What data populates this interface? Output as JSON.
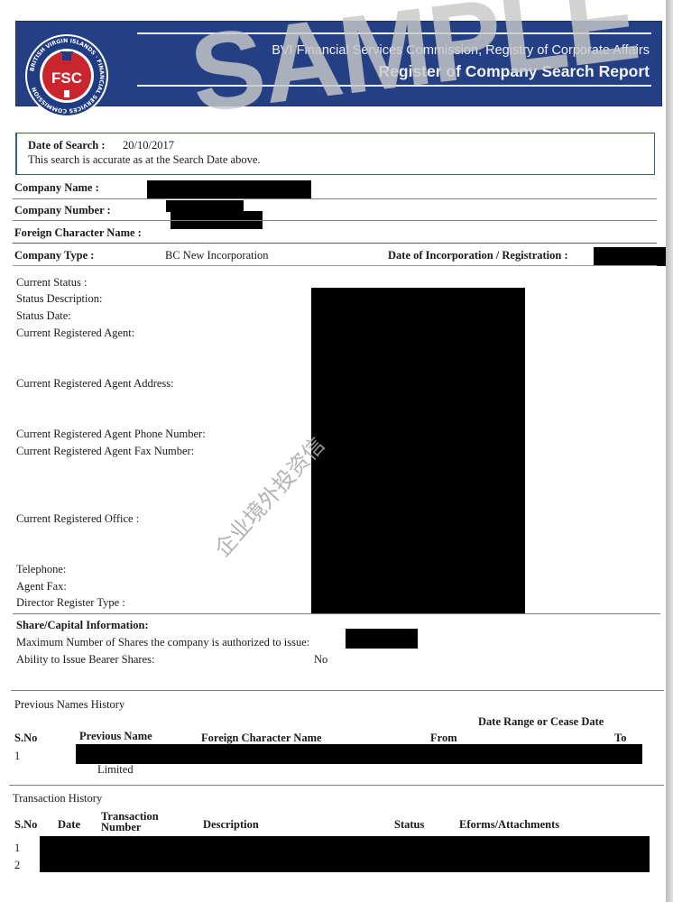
{
  "header": {
    "authority_title": "BVI Financial Services Commission, Registry of Corporate Affairs",
    "report_title": "Register of Company Search Report",
    "watermark": "SAMPLE",
    "logo": {
      "ring_text": "BRITISH VIRGIN ISLANDS · FINANCIAL SERVICES COMMISSION",
      "center_text": "FSC",
      "colors": {
        "ring": "#1f3c82",
        "center": "#c8252c"
      }
    }
  },
  "search": {
    "date_label": "Date of Search :",
    "date_value": "20/10/2017",
    "accuracy_note": "This search is accurate as at the Search Date above."
  },
  "company": {
    "name_label": "Company Name :",
    "number_label": "Company Number :",
    "foreign_name_label": "Foreign Character Name :",
    "type_label": "Company Type :",
    "type_value": "BC New Incorporation",
    "incorporation_label": "Date of Incorporation / Registration :"
  },
  "status_section": {
    "labels": [
      "Current Status :",
      "Status Description:",
      "Status Date:",
      "Current Registered Agent:",
      "Current Registered Agent Address:",
      "Current Registered Agent Phone Number:",
      "Current Registered Agent Fax Number:",
      "Current Registered Office :",
      "Telephone:",
      "Agent Fax:",
      "Director Register Type :"
    ]
  },
  "watermark_cn": "企业境外投资信",
  "share_capital": {
    "title": "Share/Capital Information:",
    "max_shares_label": "Maximum Number of Shares the company is authorized to issue:",
    "bearer_label": "Ability to Issue Bearer Shares:",
    "bearer_value": "No"
  },
  "previous_names": {
    "title": "Previous Names History",
    "range_header": "Date Range or Cease Date",
    "columns": [
      "S.No",
      "Previous Name",
      "Foreign Character Name",
      "From",
      "To"
    ],
    "rows": [
      {
        "sno": "1",
        "name_tail": "Limited"
      }
    ]
  },
  "transactions": {
    "title": "Transaction History",
    "columns": [
      "S.No",
      "Date",
      "Transaction Number",
      "Description",
      "Status",
      "Eforms/Attachments"
    ],
    "rows": [
      {
        "sno": "1"
      },
      {
        "sno": "2"
      }
    ]
  }
}
